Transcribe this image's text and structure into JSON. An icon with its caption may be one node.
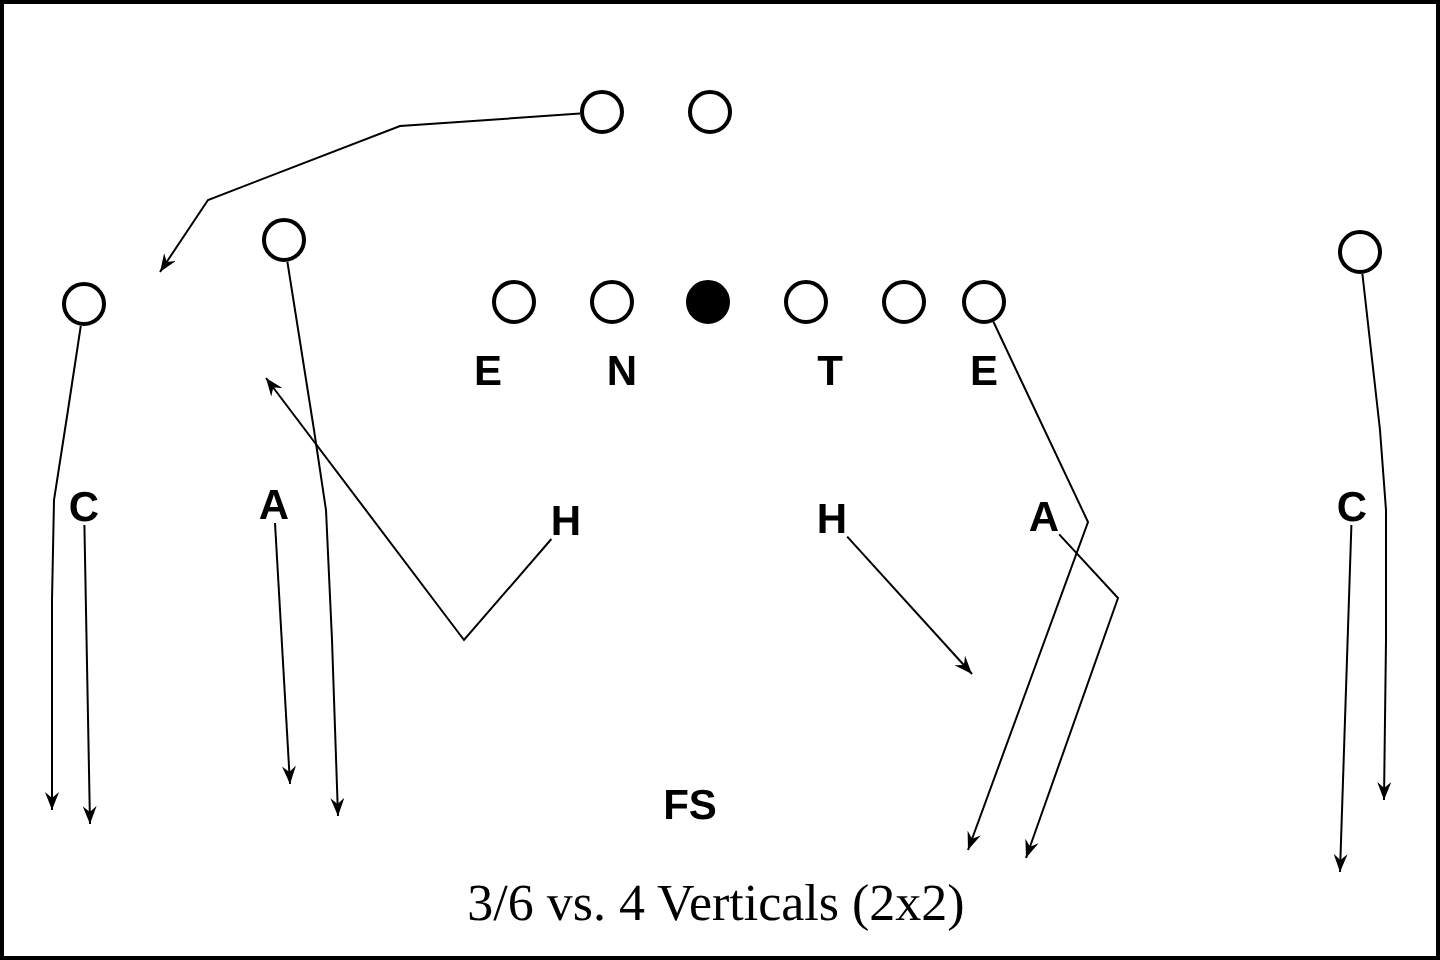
{
  "diagram": {
    "caption": "3/6 vs. 4 Verticals (2x2)",
    "nodes": [
      {
        "text": [],
        "shape": "circle"
      },
      {
        "text": [],
        "shape": "circle"
      },
      {
        "text": [],
        "shape": "circle"
      },
      {
        "text": [],
        "shape": "circle"
      },
      {
        "text": [],
        "shape": "circle"
      },
      {
        "text": [],
        "shape": "circle"
      },
      {
        "text": [],
        "shape": "circle"
      },
      {
        "text": [],
        "shape": "dot"
      },
      {
        "text": [],
        "shape": "circle"
      },
      {
        "text": [],
        "shape": "circle"
      },
      {
        "text": [],
        "shape": "circle"
      },
      {
        "text": [
          "C"
        ]
      },
      {
        "text": [
          "A"
        ]
      },
      {
        "text": [
          "H"
        ]
      },
      {
        "text": [
          "H"
        ]
      },
      {
        "text": [
          "A"
        ]
      },
      {
        "text": [
          "C"
        ]
      }
    ],
    "edges": [
      {
        "from": 0,
        "to": null,
        "arrow": "to"
      },
      {
        "from": 4,
        "to": null,
        "arrow": "to"
      },
      {
        "from": 11,
        "to": null,
        "arrow": "to"
      },
      {
        "from": 12,
        "to": null,
        "arrow": "to"
      },
      {
        "from": 2,
        "to": null,
        "arrow": "to"
      },
      {
        "from": 13,
        "to": null,
        "arrow": "to"
      },
      {
        "from": 14,
        "to": null,
        "arrow": "to"
      },
      {
        "from": 10,
        "to": null,
        "arrow": "to"
      },
      {
        "from": 15,
        "to": null,
        "arrow": "to"
      },
      {
        "from": 16,
        "to": null,
        "arrow": "to"
      },
      {
        "from": 3,
        "to": null,
        "arrow": "to"
      }
    ],
    "labels": [
      "E",
      "N",
      "T",
      "E",
      "FS"
    ]
  }
}
